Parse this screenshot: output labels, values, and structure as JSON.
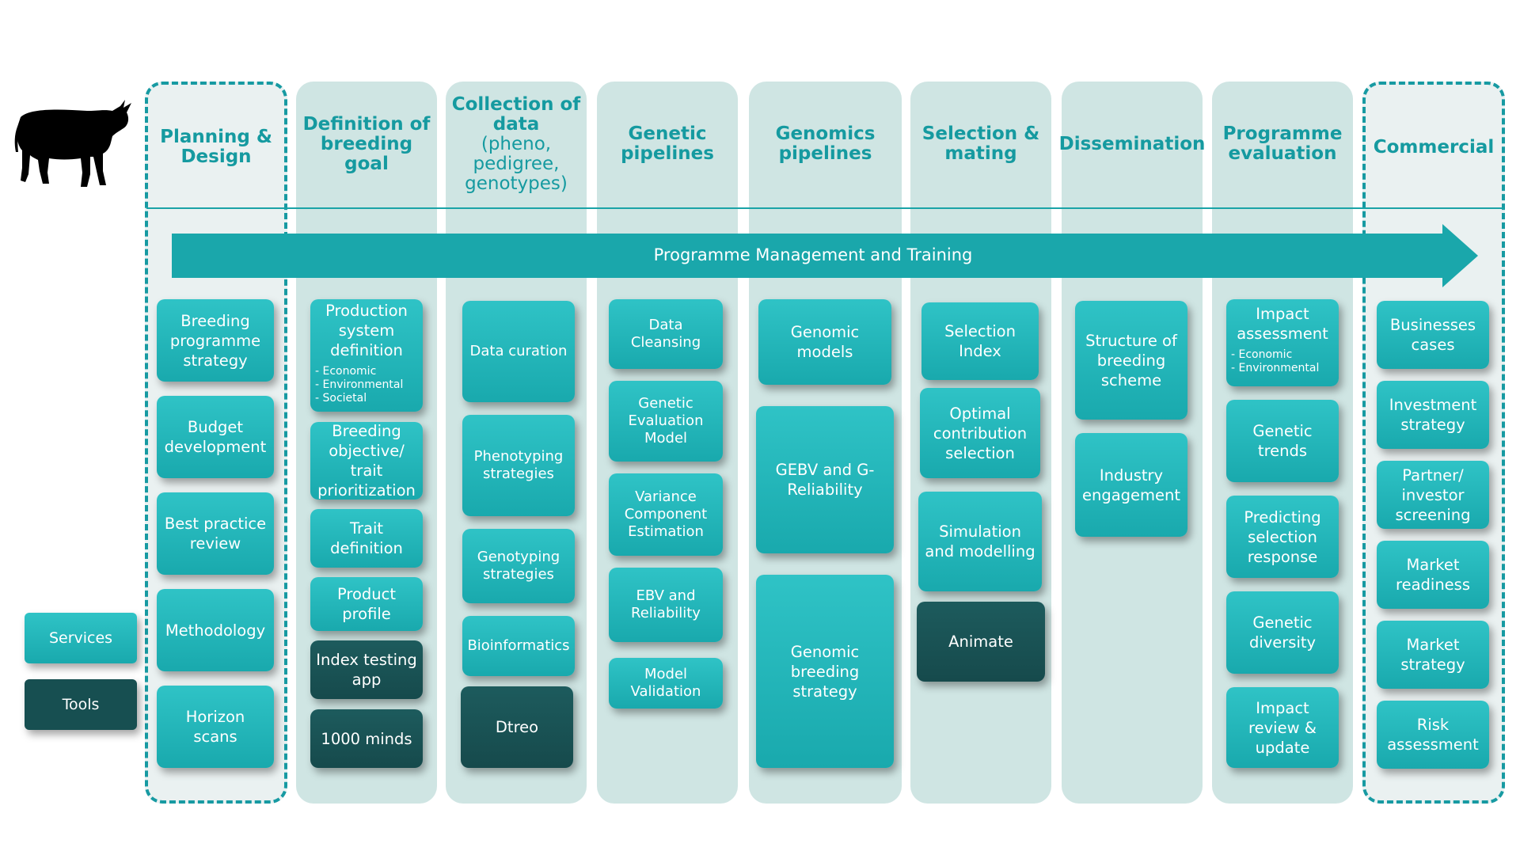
{
  "columns": [
    {
      "title": "Planning & Design",
      "sub": ""
    },
    {
      "title": "Definition of breeding goal",
      "sub": ""
    },
    {
      "title": "Collection of data",
      "sub": "(pheno, pedigree, genotypes)"
    },
    {
      "title": "Genetic pipelines",
      "sub": ""
    },
    {
      "title": "Genomics pipelines",
      "sub": ""
    },
    {
      "title": "Selection & mating",
      "sub": ""
    },
    {
      "title": "Dissemination",
      "sub": ""
    },
    {
      "title": "Programme evaluation",
      "sub": ""
    },
    {
      "title": "Commercial",
      "sub": ""
    }
  ],
  "banner": {
    "label": "Programme Management and Training"
  },
  "legend": {
    "services": "Services",
    "tools": "Tools"
  },
  "colors": {
    "services": "#22b5b8",
    "tools": "#174f51",
    "heading": "#159aa0",
    "column_bg": "#cfe5e3"
  },
  "icons": {
    "animal": "cow-silhouette-icon",
    "banner": "right-arrow-icon"
  },
  "boxes": [
    {
      "col": 0,
      "text": "Breeding programme strategy",
      "kind": "service"
    },
    {
      "col": 0,
      "text": "Budget development",
      "kind": "service"
    },
    {
      "col": 0,
      "text": "Best practice review",
      "kind": "service"
    },
    {
      "col": 0,
      "text": "Methodology",
      "kind": "service"
    },
    {
      "col": 0,
      "text": "Horizon scans",
      "kind": "service"
    },
    {
      "col": 1,
      "text": "Production system definition",
      "kind": "service",
      "subs": "- Economic\n- Environmental\n- Societal"
    },
    {
      "col": 1,
      "text": "Breeding objective/ trait prioritization",
      "kind": "service"
    },
    {
      "col": 1,
      "text": "Trait definition",
      "kind": "service"
    },
    {
      "col": 1,
      "text": "Product profile",
      "kind": "service"
    },
    {
      "col": 1,
      "text": "Index testing app",
      "kind": "tool"
    },
    {
      "col": 1,
      "text": "1000 minds",
      "kind": "tool"
    },
    {
      "col": 2,
      "text": "Data curation",
      "kind": "service"
    },
    {
      "col": 2,
      "text": "Phenotyping strategies",
      "kind": "service"
    },
    {
      "col": 2,
      "text": "Genotyping strategies",
      "kind": "service"
    },
    {
      "col": 2,
      "text": "Bioinformatics",
      "kind": "service"
    },
    {
      "col": 2,
      "text": "Dtreo",
      "kind": "tool"
    },
    {
      "col": 3,
      "text": "Data Cleansing",
      "kind": "service"
    },
    {
      "col": 3,
      "text": "Genetic Evaluation Model",
      "kind": "service"
    },
    {
      "col": 3,
      "text": "Variance Component Estimation",
      "kind": "service"
    },
    {
      "col": 3,
      "text": "EBV and Reliability",
      "kind": "service"
    },
    {
      "col": 3,
      "text": "Model Validation",
      "kind": "service"
    },
    {
      "col": 4,
      "text": "Genomic models",
      "kind": "service"
    },
    {
      "col": 4,
      "text": "GEBV and G-Reliability",
      "kind": "service"
    },
    {
      "col": 4,
      "text": "Genomic breeding strategy",
      "kind": "service"
    },
    {
      "col": 5,
      "text": "Selection Index",
      "kind": "service"
    },
    {
      "col": 5,
      "text": "Optimal contribution selection",
      "kind": "service"
    },
    {
      "col": 5,
      "text": "Simulation and modelling",
      "kind": "service"
    },
    {
      "col": 5,
      "text": "Animate",
      "kind": "tool"
    },
    {
      "col": 6,
      "text": "Structure of breeding scheme",
      "kind": "service"
    },
    {
      "col": 6,
      "text": "Industry engagement",
      "kind": "service"
    },
    {
      "col": 7,
      "text": "Impact assessment",
      "kind": "service",
      "subs": "- Economic\n- Environmental"
    },
    {
      "col": 7,
      "text": "Genetic trends",
      "kind": "service"
    },
    {
      "col": 7,
      "text": "Predicting selection response",
      "kind": "service"
    },
    {
      "col": 7,
      "text": "Genetic diversity",
      "kind": "service"
    },
    {
      "col": 7,
      "text": "Impact review & update",
      "kind": "service"
    },
    {
      "col": 8,
      "text": "Businesses cases",
      "kind": "service"
    },
    {
      "col": 8,
      "text": "Investment strategy",
      "kind": "service"
    },
    {
      "col": 8,
      "text": "Partner/ investor screening",
      "kind": "service"
    },
    {
      "col": 8,
      "text": "Market readiness",
      "kind": "service"
    },
    {
      "col": 8,
      "text": "Market strategy",
      "kind": "service"
    },
    {
      "col": 8,
      "text": "Risk assessment",
      "kind": "service"
    }
  ]
}
